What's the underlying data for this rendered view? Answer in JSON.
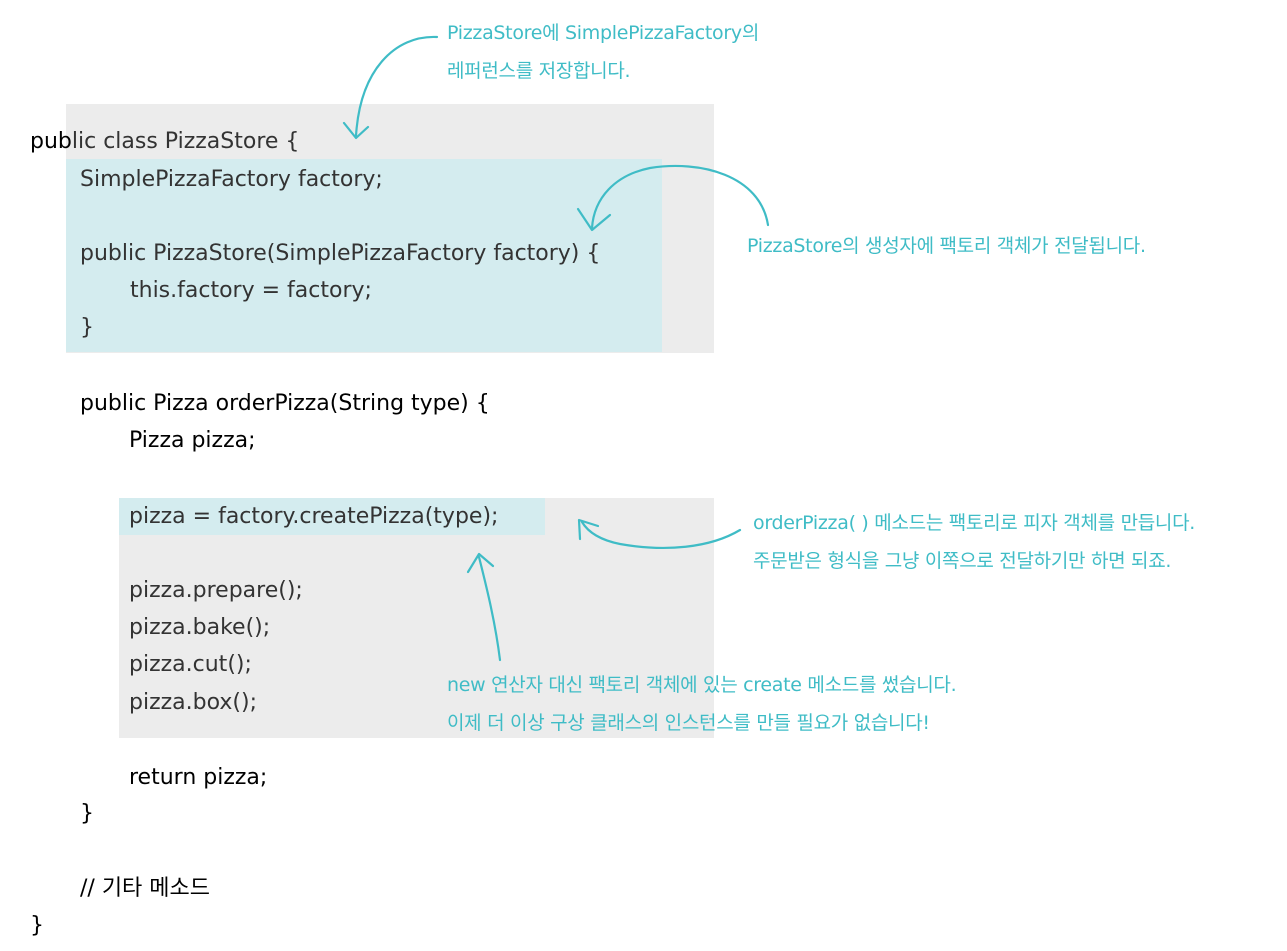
{
  "code": {
    "class_decl_prefix": "pub",
    "class_decl_rest": "lic class PizzaStore {",
    "field": "SimplePizzaFactory factory;",
    "ctor_sig": "public PizzaStore(SimplePizzaFactory factory) {",
    "ctor_body": "this.factory = factory;",
    "ctor_close": "}",
    "order_sig": "public Pizza orderPizza(String type) {",
    "pizza_decl": "Pizza pizza;",
    "create_call": "pizza = factory.createPizza(type);",
    "prepare": "pizza.prepare();",
    "bake": "pizza.bake();",
    "cut": "pizza.cut();",
    "box": "pizza.box();",
    "return_stmt": "return pizza;",
    "order_close": "}",
    "comment": "// 기타 메소드",
    "class_close": "}"
  },
  "annotations": {
    "factory_ref_line1": "PizzaStore에 SimplePizzaFactory의",
    "factory_ref_line2": "레퍼런스를 저장합니다.",
    "ctor_note": "PizzaStore의 생성자에 팩토리 객체가 전달됩니다.",
    "order_note_line1": "orderPizza( ) 메소드는 팩토리로 피자 객체를 만듭니다.",
    "order_note_line2": "주문받은 형식을 그냥 이쪽으로 전달하기만 하면 되죠.",
    "create_note_line1": "new 연산자 대신 팩토리 객체에 있는 create 메소드를 썼습니다.",
    "create_note_line2": "이제 더 이상 구상 클래스의 인스턴스를 만들 필요가 없습니다!"
  },
  "colors": {
    "annotation": "#3fbcc6",
    "highlight_gray": "#ececec",
    "highlight_teal": "#d4ecef"
  }
}
